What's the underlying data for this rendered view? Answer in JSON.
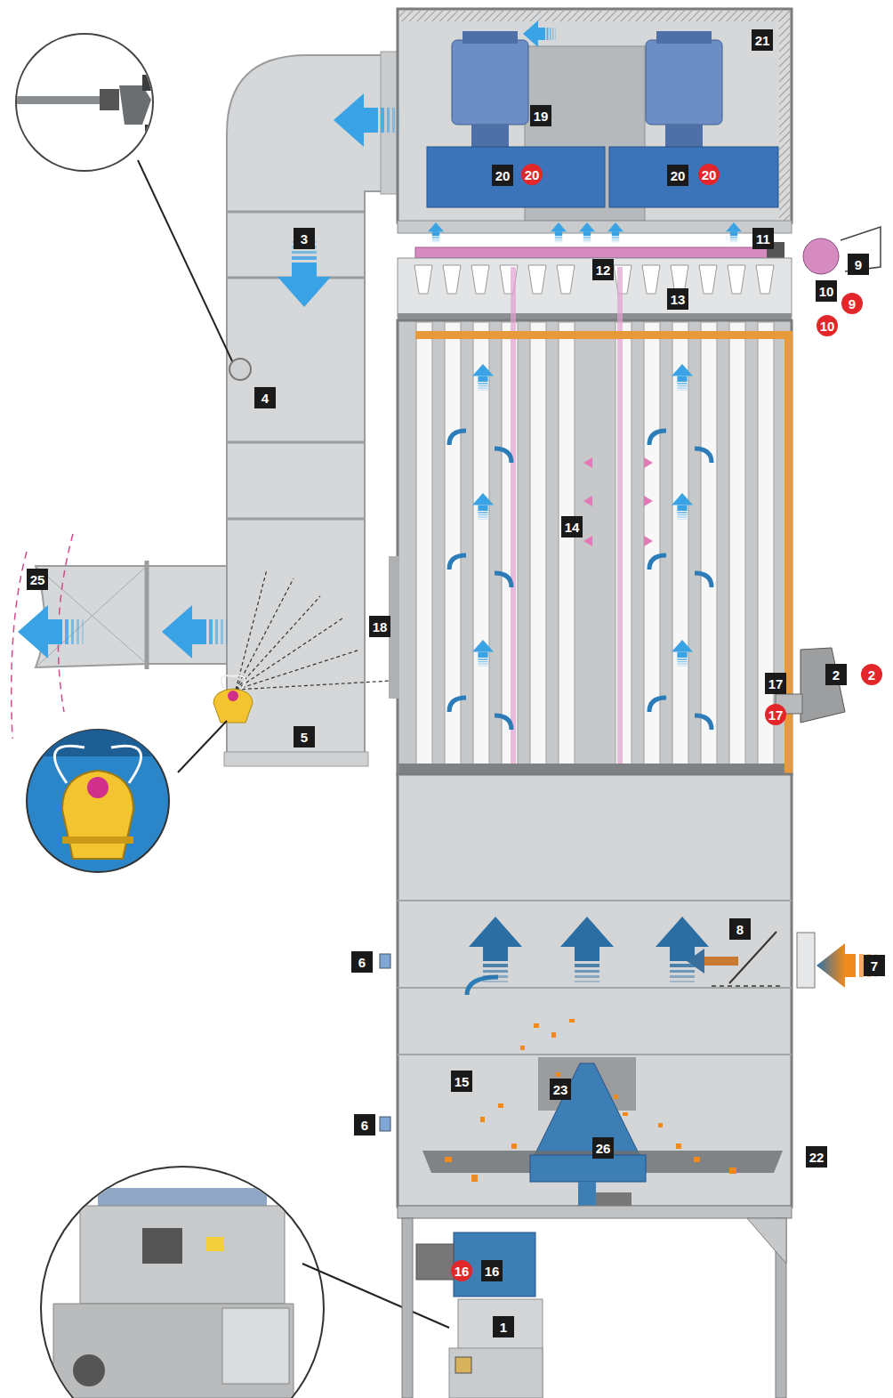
{
  "diagram": {
    "labels": [
      "21",
      "19",
      "20",
      "20",
      "20",
      "20",
      "3",
      "11",
      "9",
      "12",
      "10",
      "13",
      "9",
      "10",
      "4",
      "14",
      "25",
      "18",
      "2",
      "2",
      "17",
      "17",
      "5",
      "8",
      "6",
      "7",
      "15",
      "23",
      "6",
      "26",
      "22",
      "16",
      "16",
      "1"
    ]
  }
}
